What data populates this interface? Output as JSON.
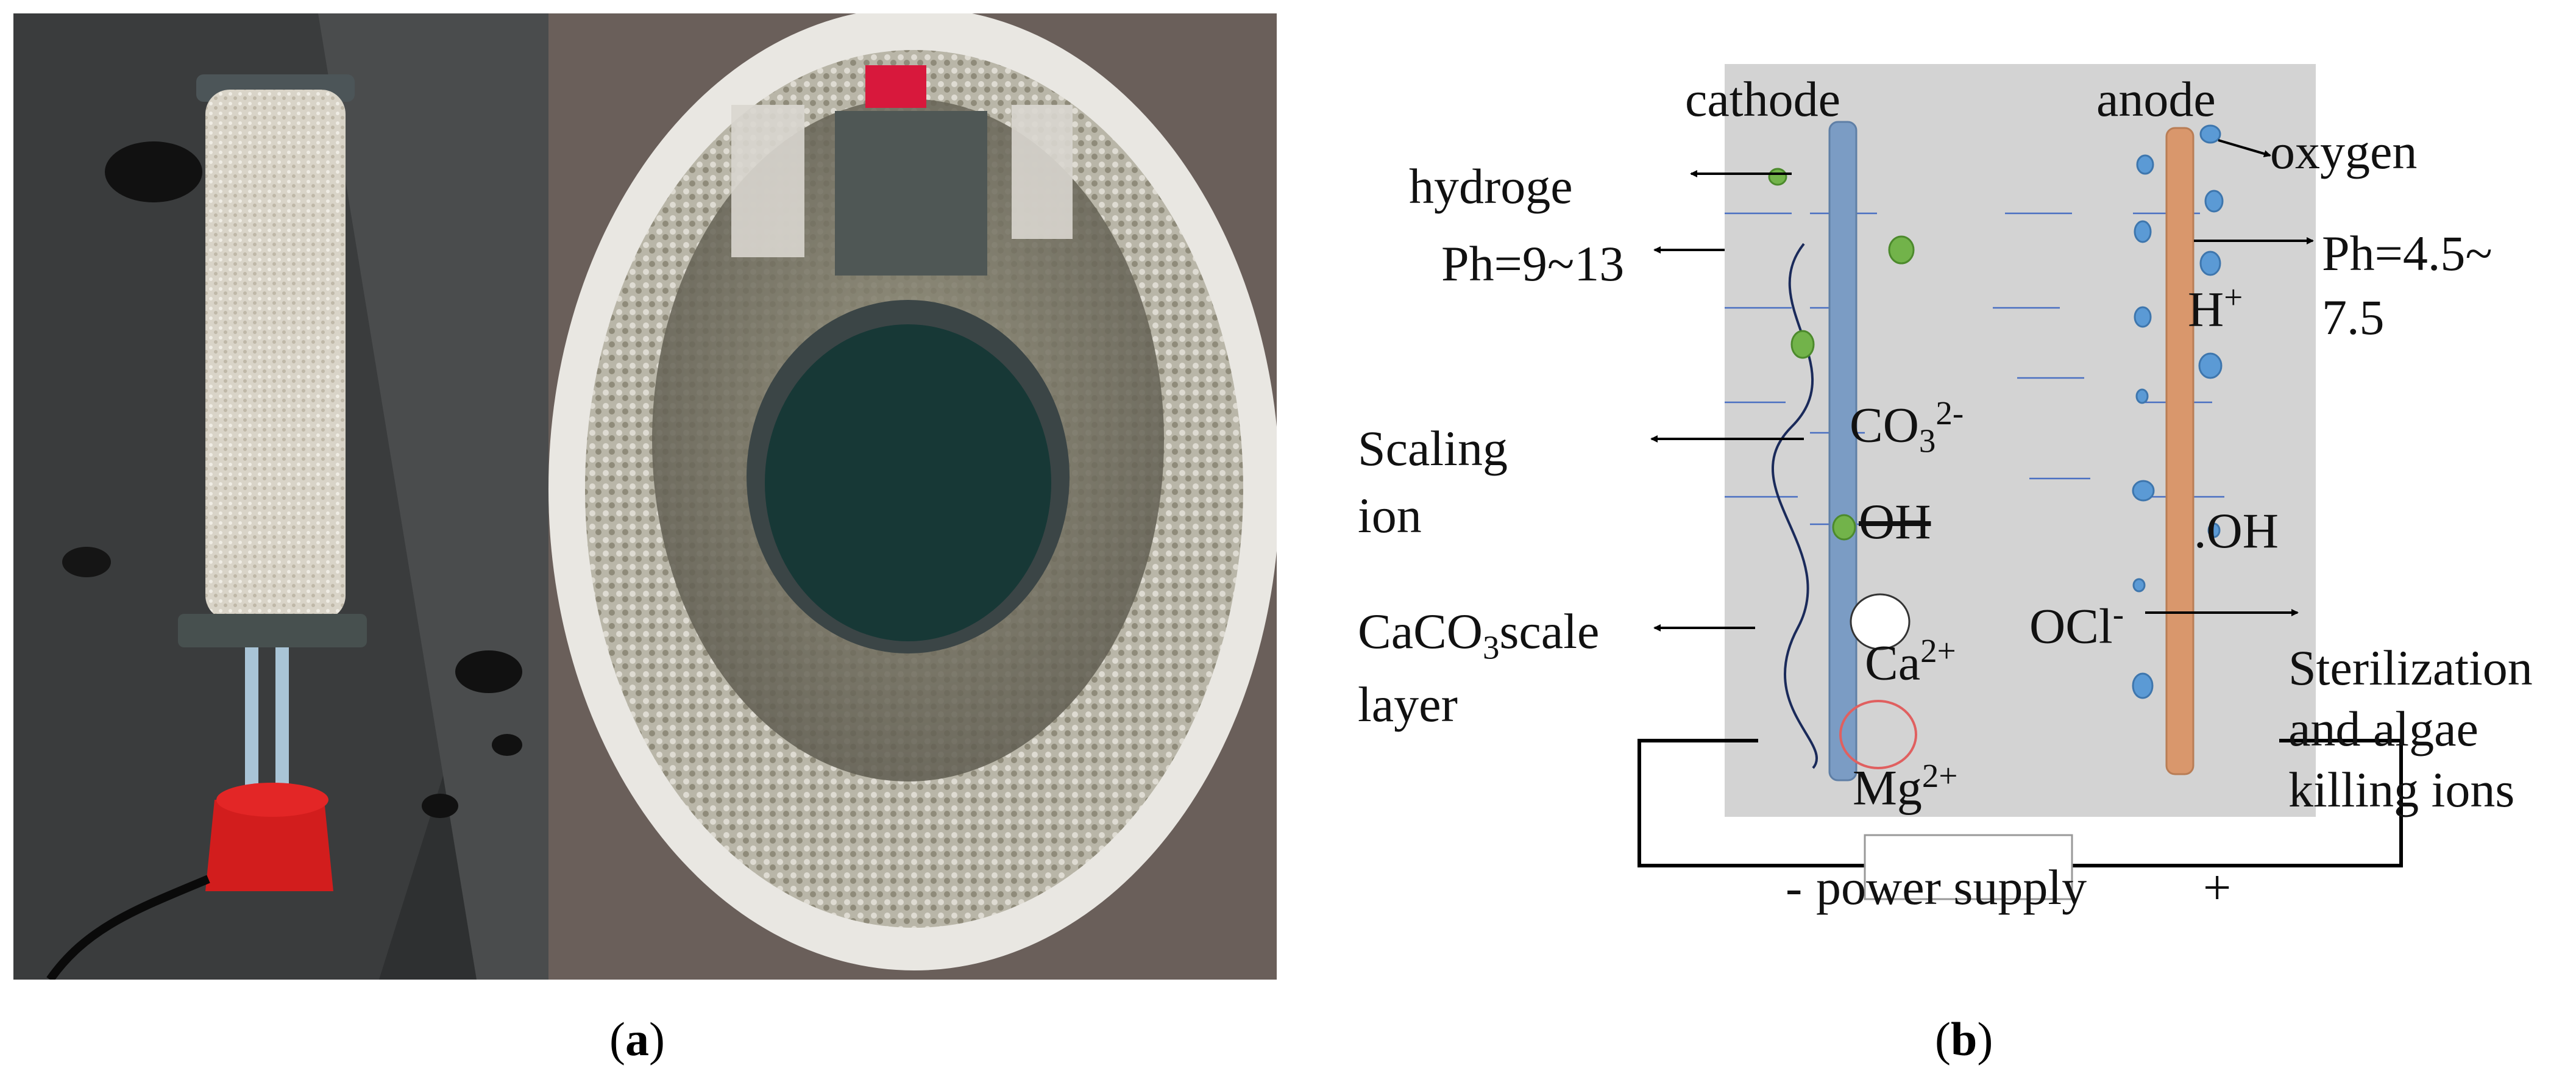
{
  "captions": {
    "a": "a",
    "b": "b"
  },
  "diagram": {
    "cathode": "cathode",
    "anode": "anode",
    "hydrogen": "hydroge",
    "oxygen": "oxygen",
    "ph_cathode": "Ph=9~13",
    "ph_anode_1": "Ph=4.5~",
    "ph_anode_2": "7.5",
    "h_plus_base": "H",
    "h_plus_sup": "+",
    "scaling_1": "Scaling",
    "scaling_2": "ion",
    "co3_base": "CO",
    "co3_sub": "3",
    "co3_sup": "2-",
    "oh_minus": "OH",
    "oh_radical": ".OH",
    "caco3_pre": "CaCO",
    "caco3_sub": "3",
    "caco3_post": "scale",
    "layer": "layer",
    "ca_base": "Ca",
    "ca_sup": "2+",
    "ocl_base": "OCl",
    "ocl_sup": "-",
    "mg_base": "Mg",
    "mg_sup": "2+",
    "steril_1": "Sterilization",
    "steril_2": "and algae",
    "steril_3": "killing ions",
    "power_minus": "-",
    "power_label": "power supply",
    "power_plus": "+"
  },
  "colors": {
    "tank": "#d3d3d3",
    "cathode": "#7b9cc4",
    "anode": "#d9976c",
    "green_bubble": "#72b34a",
    "blue_bubble": "#5b9ad5",
    "mg_ring": "#e06060",
    "field_line": "#4a6fc2"
  }
}
